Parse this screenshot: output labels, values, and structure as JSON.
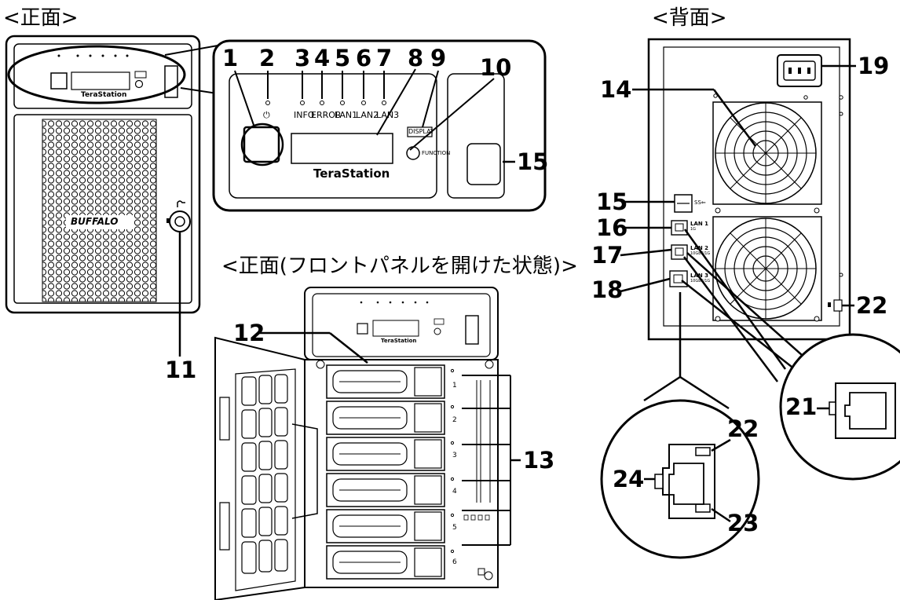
{
  "headings": {
    "front": "<正面>",
    "back": "<背面>",
    "front_open": "<正面(フロントパネルを開けた状態)>"
  },
  "callouts": {
    "c1": "1",
    "c2": "2",
    "c3": "3",
    "c4": "4",
    "c5": "5",
    "c6": "6",
    "c7": "7",
    "c8": "8",
    "c9": "9",
    "c10": "10",
    "c11": "11",
    "c12": "12",
    "c13": "13",
    "c14": "14",
    "c15a": "15",
    "c15b": "15",
    "c16": "16",
    "c17": "17",
    "c18": "18",
    "c19": "19",
    "c21": "21",
    "c22a": "22",
    "c22b": "22",
    "c23": "23",
    "c24": "24"
  },
  "panel": {
    "brand": "TeraStation",
    "logo": "BUFFALO",
    "leds": [
      "INFO",
      "ERROR",
      "LAN1",
      "LAN2",
      "LAN3"
    ],
    "power_symbol": "⏻",
    "display_button": "DISPLAY",
    "function_button": "FUNCTION"
  },
  "bays": [
    "1",
    "2",
    "3",
    "4",
    "5",
    "6"
  ],
  "rear_ports": {
    "usb": "SS⇐",
    "lan1": "LAN 1",
    "lan2": "LAN 2",
    "lan3": "LAN 3",
    "lan1_sub": "1G",
    "lan2_sub": "10GbE/1G",
    "lan3_sub": "10GbE/1G"
  }
}
